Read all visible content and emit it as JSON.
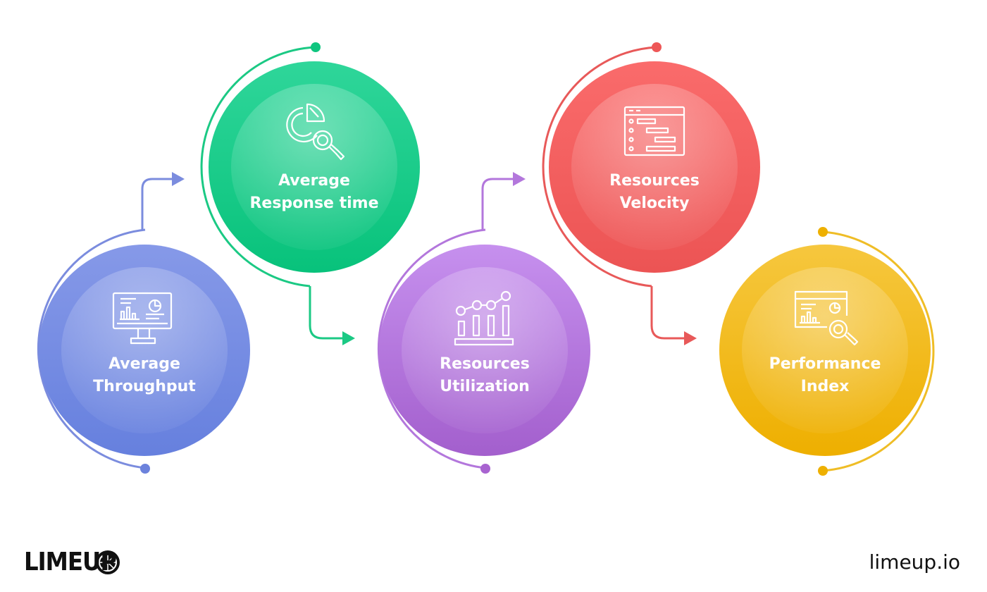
{
  "nodes": [
    {
      "id": "throughput",
      "lines": [
        "Average",
        "Throughput"
      ],
      "icon": "monitor-chart-icon",
      "color_top": "#8093E6",
      "color_bottom": "#6A84E0",
      "ring": "#7B8CDE"
    },
    {
      "id": "response",
      "lines": [
        "Average",
        "Response time"
      ],
      "icon": "pie-chart-magnifier-icon",
      "color_top": "#3ED9A0",
      "color_bottom": "#0FC57F",
      "ring": "#1BC984"
    },
    {
      "id": "utilization",
      "lines": [
        "Resources",
        "Utilization"
      ],
      "icon": "bar-line-chart-icon",
      "color_top": "#C48EEC",
      "color_bottom": "#A863D0",
      "ring": "#B377DC"
    },
    {
      "id": "velocity",
      "lines": [
        "Resources",
        "Velocity"
      ],
      "icon": "gantt-chart-icon",
      "color_top": "#F96A6A",
      "color_bottom": "#EE5757",
      "ring": "#E85959"
    },
    {
      "id": "performance",
      "lines": [
        "Performance",
        "Index"
      ],
      "icon": "dashboard-magnifier-icon",
      "color_top": "#F4C437",
      "color_bottom": "#EEB000",
      "ring": "#EFBD26"
    }
  ],
  "brand": {
    "logo_text": "LIMEUP",
    "site": "limeup.io"
  }
}
